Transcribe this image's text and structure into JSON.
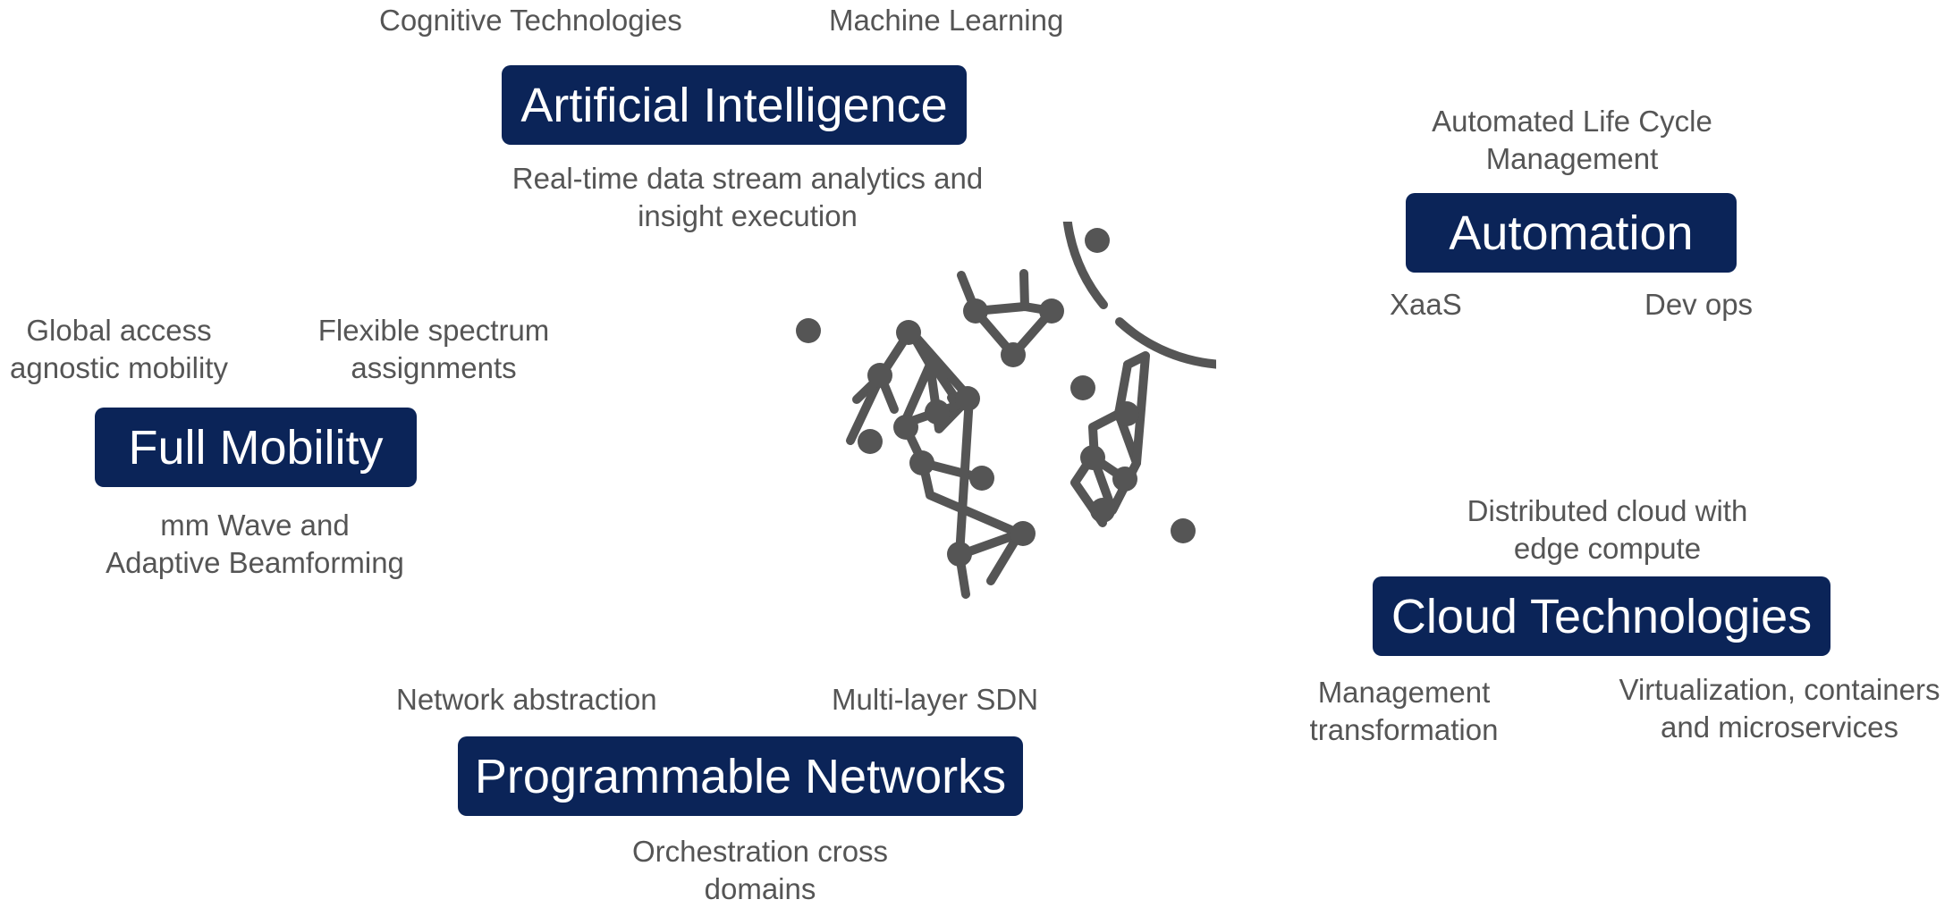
{
  "colors": {
    "pill_bg": "#0b2458",
    "pill_text": "#ffffff",
    "note_text": "#555555",
    "globe": "#555555"
  },
  "ai": {
    "title": "Artificial Intelligence",
    "top_left": "Cognitive Technologies",
    "top_right": "Machine Learning",
    "bottom": [
      "Real-time data stream analytics and",
      "insight execution"
    ]
  },
  "automation": {
    "title": "Automation",
    "top": [
      "Automated Life Cycle",
      "Management"
    ],
    "bottom_left": "XaaS",
    "bottom_right": "Dev ops"
  },
  "mobility": {
    "title": "Full Mobility",
    "top_left": [
      "Global access",
      "agnostic mobility"
    ],
    "top_right": [
      "Flexible spectrum",
      "assignments"
    ],
    "bottom": [
      "mm Wave and",
      "Adaptive Beamforming"
    ]
  },
  "cloud": {
    "title": "Cloud Technologies",
    "top": [
      "Distributed cloud with",
      "edge compute"
    ],
    "bottom_left": [
      "Management",
      "transformation"
    ],
    "bottom_right": [
      "Virtualization, containers",
      "and microservices"
    ]
  },
  "networks": {
    "title": "Programmable Networks",
    "top_left": "Network abstraction",
    "top_right": "Multi-layer SDN",
    "bottom": [
      "Orchestration cross",
      "domains"
    ]
  },
  "center_icon": "globe-network-icon"
}
